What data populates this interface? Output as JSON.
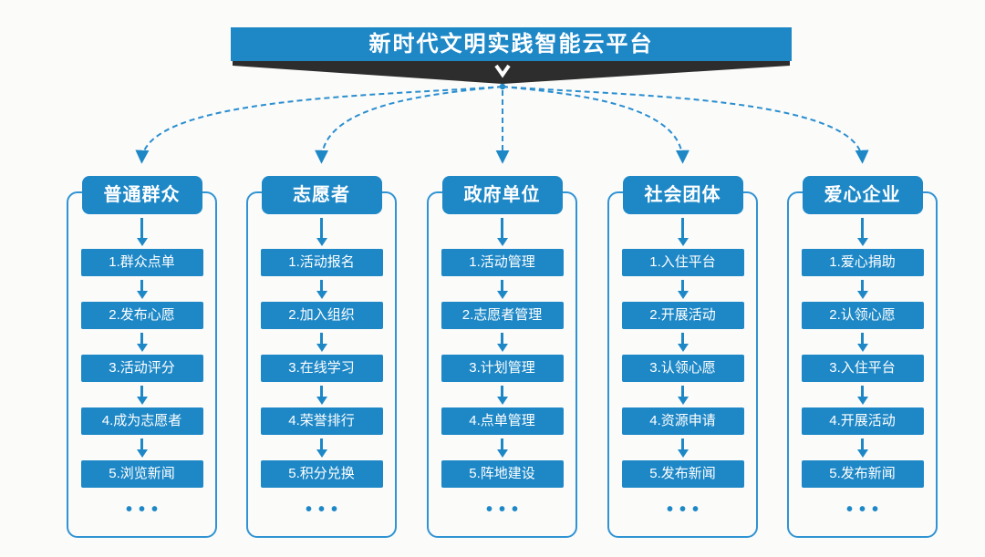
{
  "banner": {
    "title": "新时代文明实践智能云平台"
  },
  "columns": [
    {
      "header": "普通群众",
      "items": [
        "1.群众点单",
        "2.发布心愿",
        "3.活动评分",
        "4.成为志愿者",
        "5.浏览新闻"
      ],
      "more": "•••"
    },
    {
      "header": "志愿者",
      "items": [
        "1.活动报名",
        "2.加入组织",
        "3.在线学习",
        "4.荣誉排行",
        "5.积分兑换"
      ],
      "more": "•••"
    },
    {
      "header": "政府单位",
      "items": [
        "1.活动管理",
        "2.志愿者管理",
        "3.计划管理",
        "4.点单管理",
        "5.阵地建设"
      ],
      "more": "•••"
    },
    {
      "header": "社会团体",
      "items": [
        "1.入住平台",
        "2.开展活动",
        "3.认领心愿",
        "4.资源申请",
        "5.发布新闻"
      ],
      "more": "•••"
    },
    {
      "header": "爱心企业",
      "items": [
        "1.爱心捐助",
        "2.认领心愿",
        "3.入住平台",
        "4.开展活动",
        "5.发布新闻"
      ],
      "more": "•••"
    }
  ],
  "colors": {
    "primary_blue": "#1e88c7",
    "frame_blue": "#3093d3",
    "dark_band": "#2d2d2d",
    "background": "#fbfbfa"
  }
}
